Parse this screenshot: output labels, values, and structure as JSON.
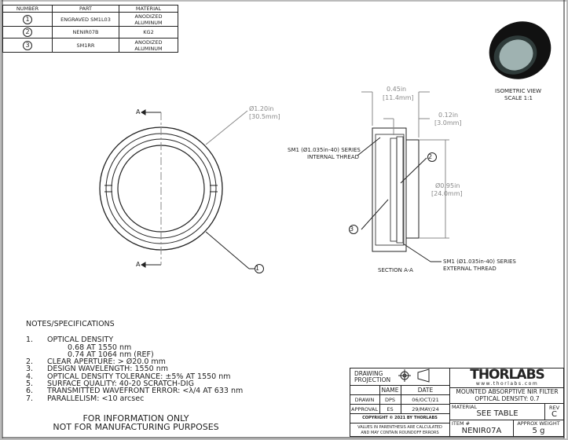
{
  "bom": {
    "headers": [
      "NUMBER",
      "PART",
      "MATERIAL"
    ],
    "rows": [
      {
        "number": "1",
        "part": "ENGRAVED SM1L03",
        "material": "ANODIZED ALUMINUM"
      },
      {
        "number": "2",
        "part": "NENIR07B",
        "material": "KG2"
      },
      {
        "number": "3",
        "part": "SM1RR",
        "material": "ANODIZED ALUMINUM"
      }
    ]
  },
  "front_view": {
    "diameter_in": "Ø1.20in",
    "diameter_mm": "[30.5mm]",
    "section_label": "A",
    "balloon": "1"
  },
  "section": {
    "title": "SECTION A-A",
    "width_in": "0.45in",
    "width_mm": "[11.4mm]",
    "step_in": "0.12in",
    "step_mm": "[3.0mm]",
    "bore_in": "Ø0.95in",
    "bore_mm": "[24.0mm]",
    "internal_thread_1": "SM1 (Ø1.035in-40) SERIES",
    "internal_thread_2": "INTERNAL THREAD",
    "external_thread_1": "SM1 (Ø1.035in-40) SERIES",
    "external_thread_2": "EXTERNAL THREAD",
    "balloon_2": "2",
    "balloon_3": "3"
  },
  "isometric": {
    "title": "ISOMETRIC VIEW",
    "scale": "SCALE 1:1"
  },
  "notes": {
    "title": "NOTES/SPECIFICATIONS",
    "items": [
      {
        "n": "1.",
        "text": "OPTICAL DENSITY"
      },
      {
        "n": "",
        "text": "0.68 AT 1550 nm",
        "indent": true
      },
      {
        "n": "",
        "text": "0.74 AT 1064 nm (REF)",
        "indent": true
      },
      {
        "n": "2.",
        "text": "CLEAR APERTURE: > Ø20.0 mm"
      },
      {
        "n": "3.",
        "text": "DESIGN WAVELENGTH: 1550 nm"
      },
      {
        "n": "4.",
        "text": "OPTICAL DENSITY TOLERANCE: ±5% AT 1550 nm"
      },
      {
        "n": "5.",
        "text": "SURFACE QUALITY: 40-20 SCRATCH-DIG"
      },
      {
        "n": "6.",
        "text": "TRANSMITTED WAVEFRONT ERROR: <λ/4 AT 633 nm"
      },
      {
        "n": "7.",
        "text": "PARALLELISM: <10 arcsec"
      }
    ],
    "disclaimer_1": "FOR INFORMATION ONLY",
    "disclaimer_2": "NOT FOR MANUFACTURING PURPOSES"
  },
  "title_block": {
    "projection": "DRAWING PROJECTION",
    "name_h": "NAME",
    "date_h": "DATE",
    "drawn": "DRAWN",
    "drawn_name": "DPS",
    "drawn_date": "06/OCT/21",
    "approval": "APPROVAL",
    "approval_name": "ES",
    "approval_date": "29/MAY/24",
    "copyright": "COPYRIGHT © 2021 BY THORLABS",
    "values_note_1": "VALUES IN PARENTHESIS ARE CALCULATED",
    "values_note_2": "AND MAY CONTAIN ROUNDOFF ERRORS",
    "logo": "THORLABS",
    "website": "www.thorlabs.com",
    "desc_1": "MOUNTED ABSORPTIVE NIR FILTER",
    "desc_2": "OPTICAL DENSITY: 0.7",
    "material_h": "MATERIAL",
    "material": "SEE TABLE",
    "rev_h": "REV",
    "rev": "C",
    "item_h": "ITEM #",
    "item": "NENIR07A",
    "weight_h": "APPROX WEIGHT",
    "weight": "5 g"
  }
}
